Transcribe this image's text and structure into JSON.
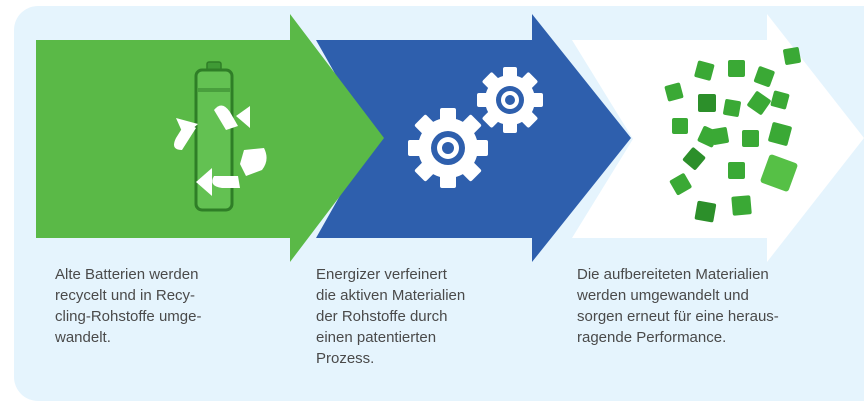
{
  "steps": [
    {
      "icon": "recycling-battery-icon",
      "arrow_color": "#5ab947",
      "caption": "Alte Batterien werden\nrecycelt und in Recy-\ncling-Rohstoffe umge-\nwandelt."
    },
    {
      "icon": "gears-icon",
      "arrow_color": "#2e5fad",
      "caption": "Energizer verfeinert\ndie aktiven Materialien\nder Rohstoffe durch\neinen patentierten\nProzess."
    },
    {
      "icon": "green-cubes-icon",
      "arrow_color": "#ffffff",
      "caption": "Die aufbereiteten Materialien\nwerden umgewandelt und\nsorgen erneut für eine heraus-\nragende Performance."
    }
  ],
  "colors": {
    "background_panel": "#e5f4fd",
    "green": "#5ab947",
    "blue": "#2e5fad",
    "cube_green": "#3aa935",
    "text": "#4a4a4a"
  }
}
